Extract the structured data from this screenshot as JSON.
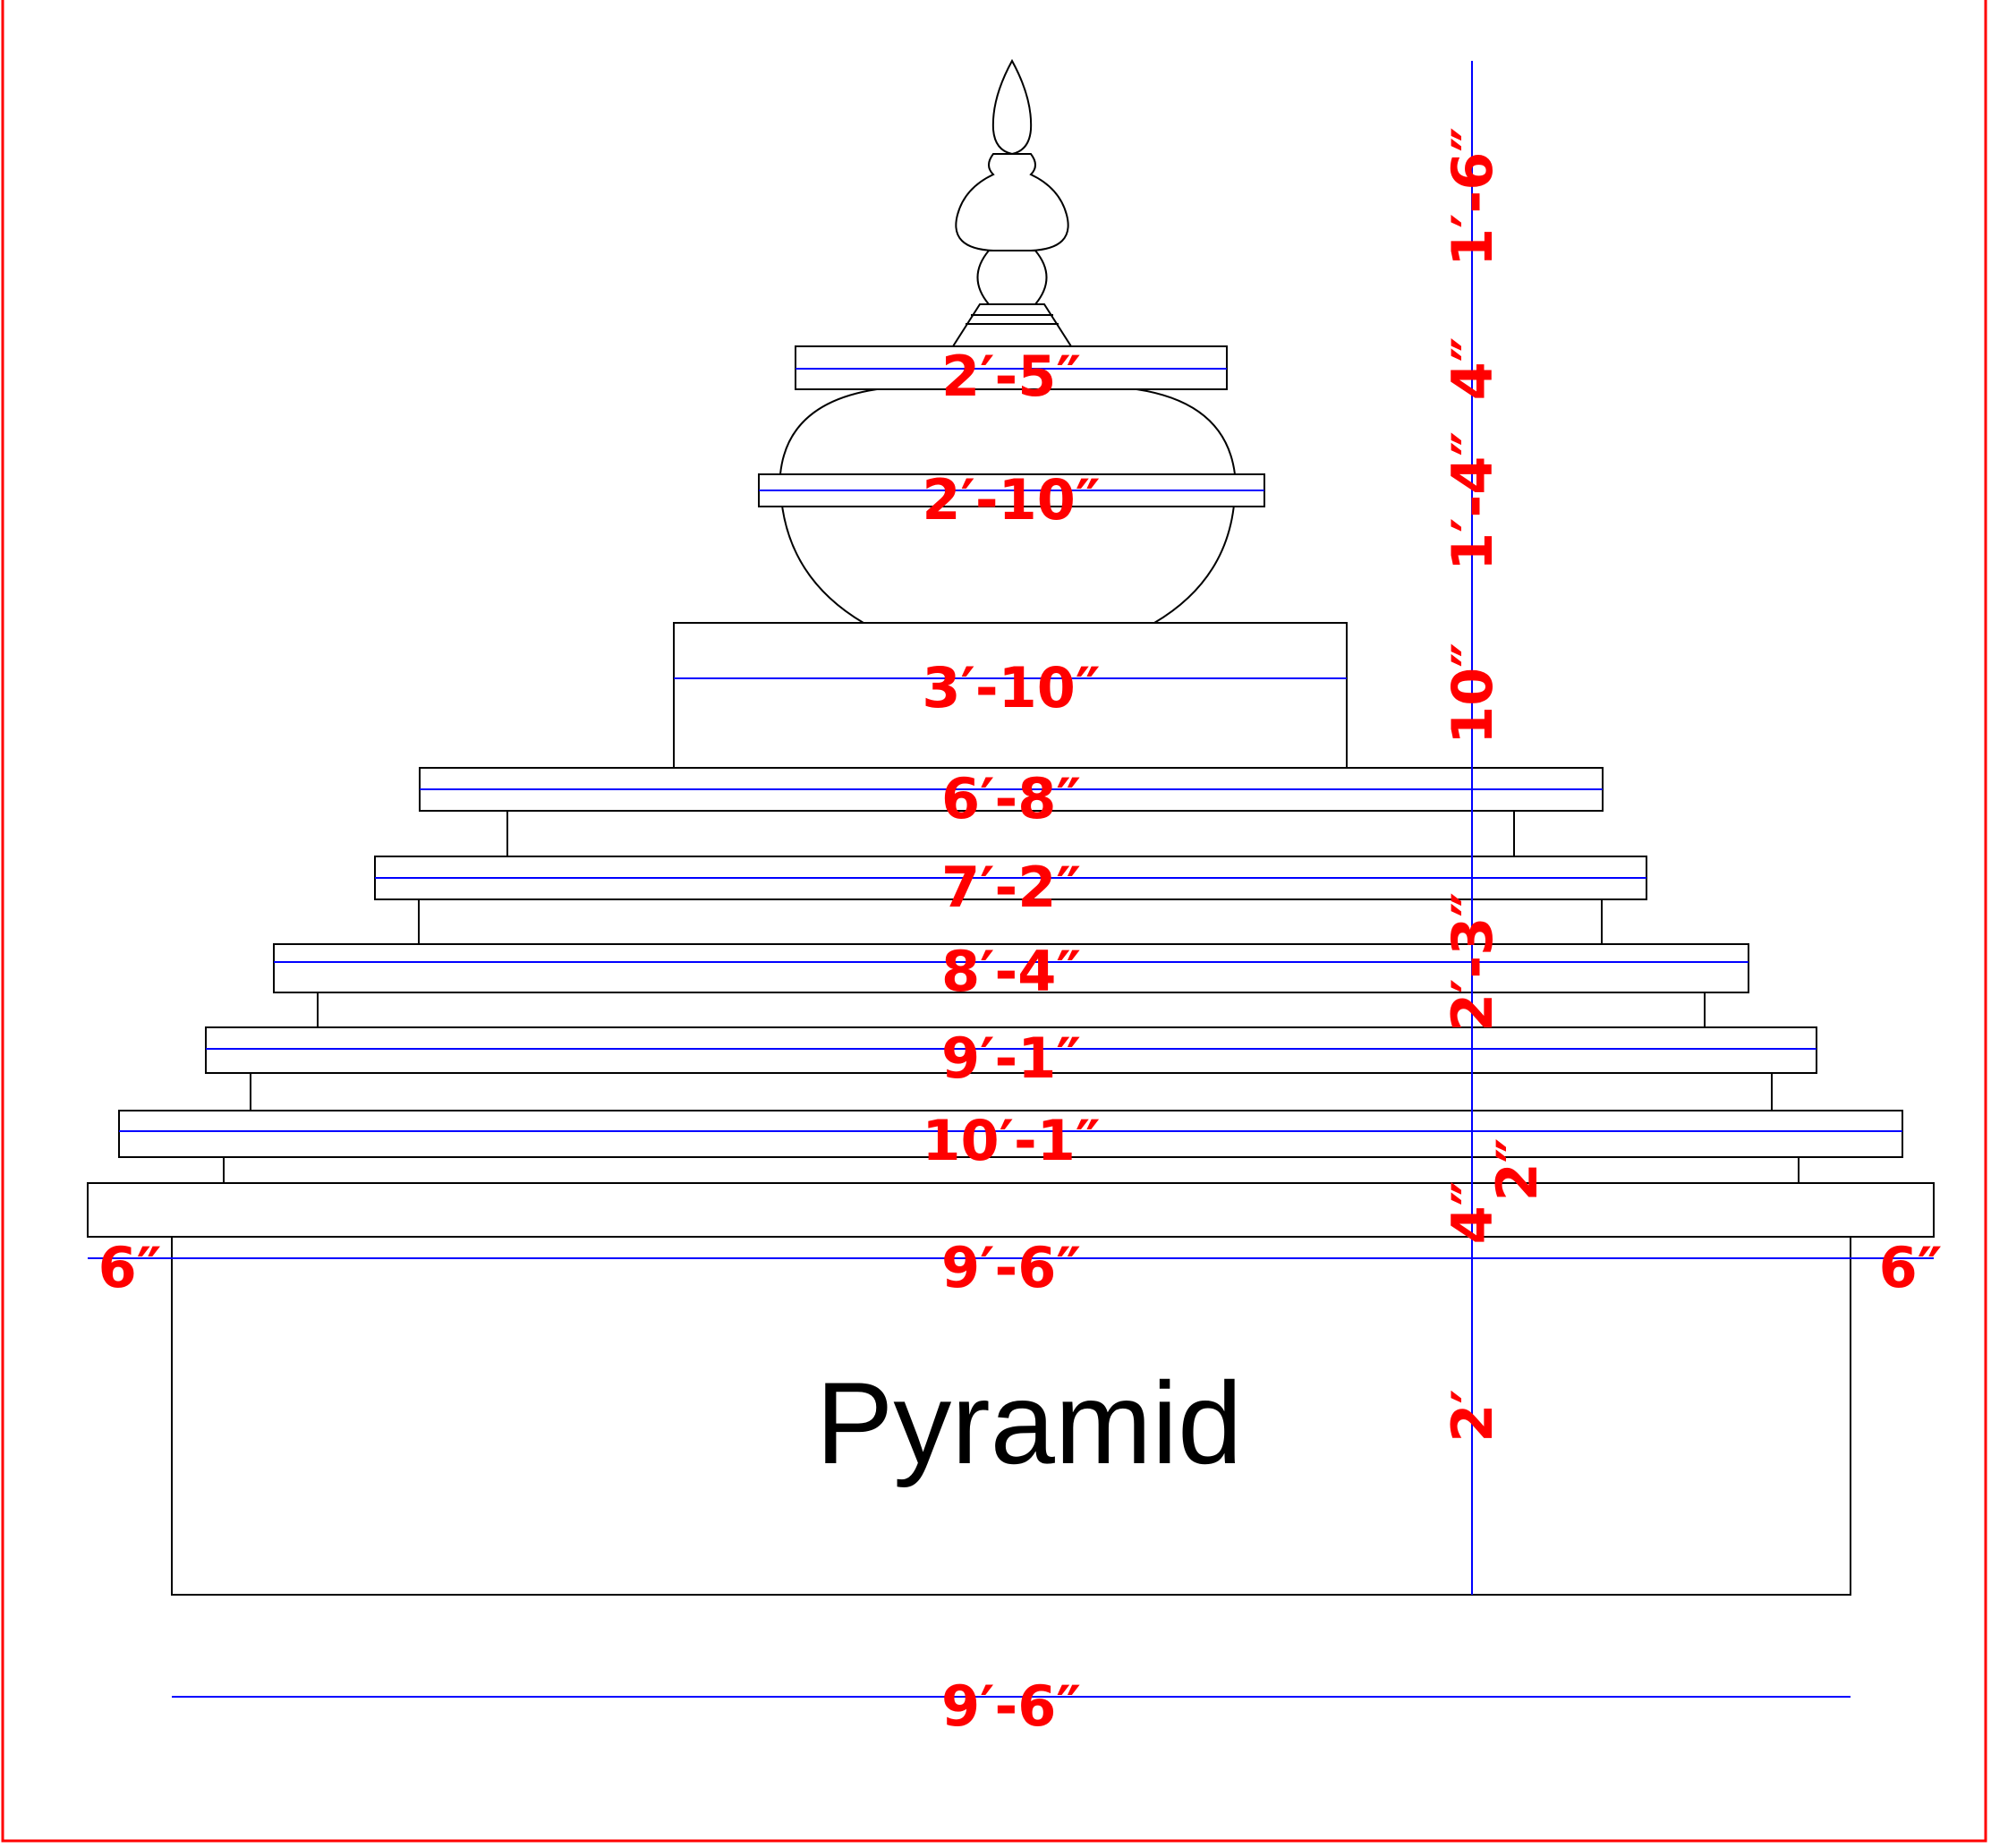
{
  "title": "Pyramid",
  "colors": {
    "outline": "#000000",
    "dimension_line": "#0000ff",
    "dimension_text": "#ff0000",
    "frame": "#ff0000"
  },
  "widths": {
    "cap": "2′-5″",
    "dome": "2′-10″",
    "drum": "3′-10″",
    "tier1": "6′-8″",
    "tier2": "7′-2″",
    "tier3": "8′-4″",
    "tier4": "9′-1″",
    "tier5": "10′-1″",
    "base_top": "9′-6″",
    "base_bottom": "9′-6″"
  },
  "overhangs": {
    "left": "6″",
    "right": "6″"
  },
  "heights": {
    "finial": "1′-6″",
    "cap": "4″",
    "dome": "1′-4″",
    "drum": "10″",
    "tiers": "2′-3″",
    "tier_gap": "2″",
    "plinth": "4″",
    "base": "2′"
  }
}
